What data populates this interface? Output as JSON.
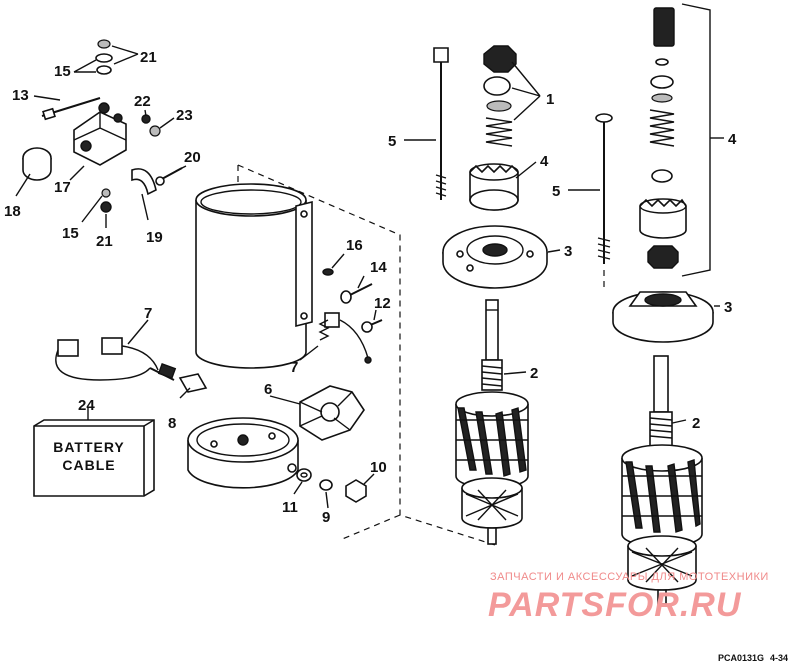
{
  "callouts": [
    "1",
    "2",
    "2",
    "3",
    "3",
    "4",
    "4",
    "5",
    "5",
    "6",
    "7",
    "7",
    "8",
    "9",
    "10",
    "11",
    "12",
    "13",
    "14",
    "15",
    "15",
    "16",
    "17",
    "18",
    "19",
    "20",
    "21",
    "21",
    "22",
    "23",
    "24"
  ],
  "battery_cable": {
    "line1": "BATTERY",
    "line2": "CABLE"
  },
  "watermark": {
    "line1": "ЗАПЧАСТИ И АКСЕССУАРЫ ДЛЯ МОТОТЕХНИКИ",
    "line2": "PARTSFOR.RU"
  },
  "footer": {
    "code": "PCA0131G",
    "page": "4-34"
  }
}
